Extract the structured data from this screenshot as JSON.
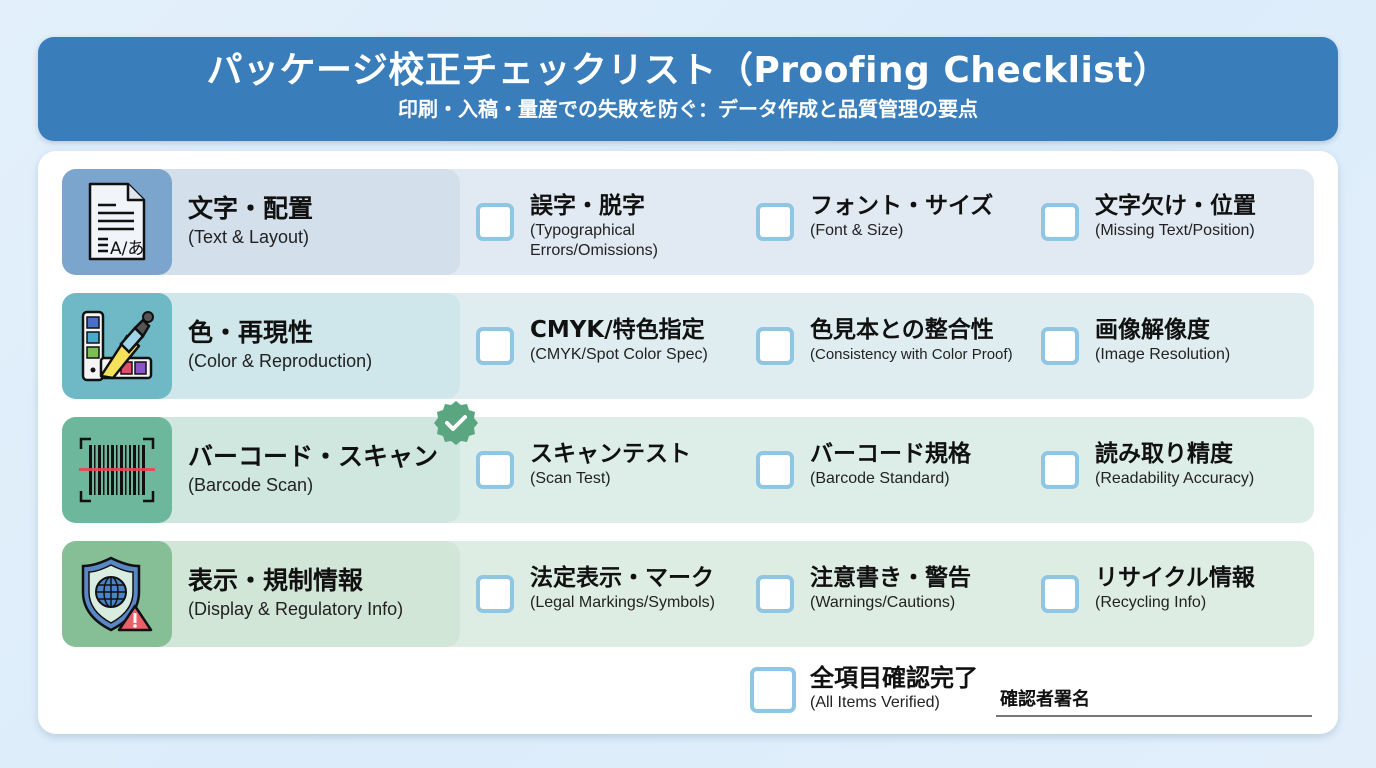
{
  "header": {
    "title": "パッケージ校正チェックリスト（Proofing Checklist）",
    "subtitle": "印刷・入稿・量産での失敗を防ぐ：データ作成と品質管理の要点"
  },
  "colors": {
    "header_bg": "#3a7dbb",
    "checkbox_border": "#8ec6e4",
    "badge": "#5aa680"
  },
  "rows": [
    {
      "icon": "document-text-icon",
      "category_jp": "文字・配置",
      "category_en": "(Text & Layout)",
      "items": [
        {
          "jp": "誤字・脱字",
          "en": "(Typographical",
          "en2": "Errors/Omissions)",
          "checked": false
        },
        {
          "jp": "フォント・サイズ",
          "en": "(Font & Size)",
          "checked": false
        },
        {
          "jp": "文字欠け・位置",
          "en": "(Missing Text/Position)",
          "checked": false
        }
      ]
    },
    {
      "icon": "color-palette-icon",
      "category_jp": "色・再現性",
      "category_en": "(Color & Reproduction)",
      "items": [
        {
          "jp": "CMYK/特色指定",
          "en": "(CMYK/Spot Color Spec)",
          "checked": false
        },
        {
          "jp": "色見本との整合性",
          "en": "(Consistency with Color Proof)",
          "checked": false
        },
        {
          "jp": "画像解像度",
          "en": "(Image Resolution)",
          "checked": false
        }
      ]
    },
    {
      "icon": "barcode-scan-icon",
      "category_jp": "バーコード・スキャン",
      "category_en": "(Barcode Scan)",
      "items": [
        {
          "jp": "スキャンテスト",
          "en": "(Scan Test)",
          "checked": false
        },
        {
          "jp": "バーコード規格",
          "en": "(Barcode Standard)",
          "checked": false
        },
        {
          "jp": "読み取り精度",
          "en": "(Readability Accuracy)",
          "checked": false
        }
      ]
    },
    {
      "icon": "shield-globe-warning-icon",
      "category_jp": "表示・規制情報",
      "category_en": "(Display & Regulatory Info)",
      "items": [
        {
          "jp": "法定表示・マーク",
          "en": "(Legal Markings/Symbols)",
          "checked": false
        },
        {
          "jp": "注意書き・警告",
          "en": "(Warnings/Cautions)",
          "checked": false
        },
        {
          "jp": "リサイクル情報",
          "en": "(Recycling Info)",
          "checked": false
        }
      ]
    }
  ],
  "footer": {
    "final_jp": "全項目確認完了",
    "final_en": "(All Items Verified)",
    "final_checked": false,
    "signature_label": "確認者署名"
  }
}
